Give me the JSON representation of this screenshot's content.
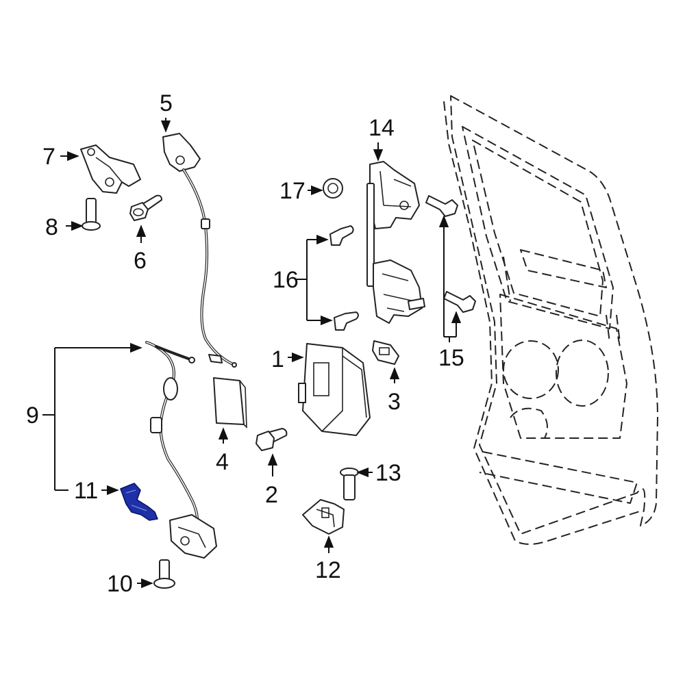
{
  "callouts": {
    "c1": "1",
    "c2": "2",
    "c3": "3",
    "c4": "4",
    "c5": "5",
    "c6": "6",
    "c7": "7",
    "c8": "8",
    "c9": "9",
    "c10": "10",
    "c11": "11",
    "c12": "12",
    "c13": "13",
    "c14": "14",
    "c15": "15",
    "c16": "16",
    "c17": "17"
  },
  "colors": {
    "highlight": "#1f2fa8",
    "line": "#222222",
    "background": "#ffffff"
  }
}
